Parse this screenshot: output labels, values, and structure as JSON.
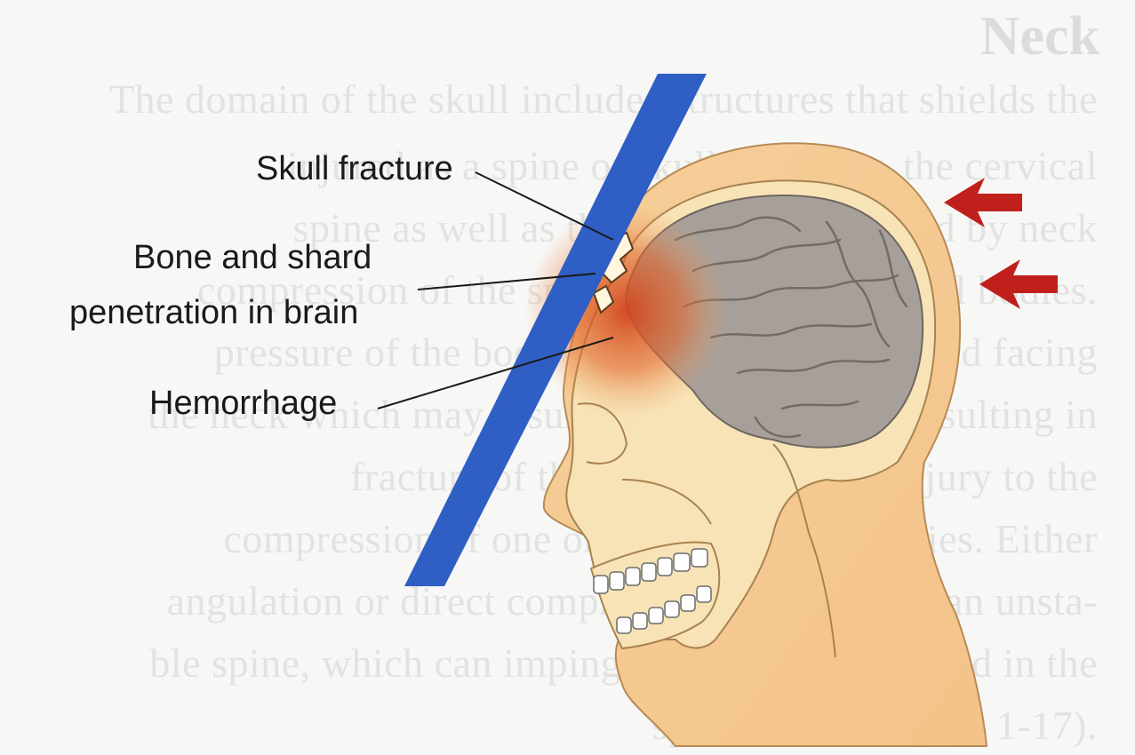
{
  "background_page": {
    "heading": "Neck",
    "lines": [
      "The domain of the skull includes structures that shields the",
      "injured as a spine or skull, however, the cervical",
      "spine as well as the head can be injured by neck",
      "compression of the spine against the vertebral bodies.",
      "pressure of the body weight against a forward facing",
      "the neck which may result in fractures, often resulting in",
      "fracture of the vertebrae. Direct injury to the",
      "compression of one or more vertebral bodies. Either",
      "angulation or direct compression can result in an unsta-",
      "ble spine, which can impinge upon the spinal cord in the",
      "spinal canal (Figure 1-17)."
    ]
  },
  "labels": {
    "skull_fracture": "Skull fracture",
    "bone_shard_line1": "Bone and shard",
    "bone_shard_line2": "penetration in brain",
    "hemorrhage": "Hemorrhage"
  },
  "icons": {
    "impact_arrows": "left-arrow-icon",
    "impact_surface": "windshield-bar"
  },
  "colors": {
    "impact_surface": "#2f5fc4",
    "arrows": "#c0201c",
    "skin": "#f6cf9a",
    "skull": "#f7e3b6",
    "brain": "#a7a09a",
    "hemorrhage": "#d2441c"
  }
}
